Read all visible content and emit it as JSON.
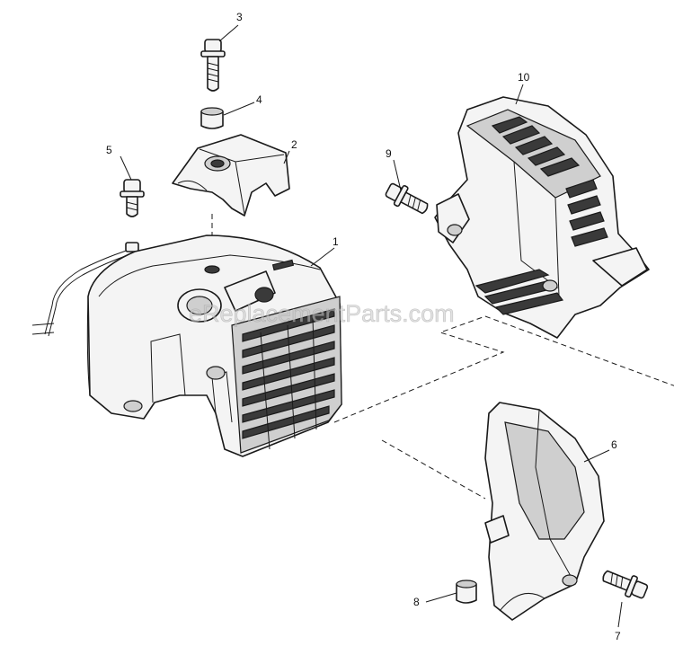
{
  "watermark": "eReplacementParts.com",
  "callouts": {
    "c1": "1",
    "c2": "2",
    "c3": "3",
    "c4": "4",
    "c5": "5",
    "c6": "6",
    "c7": "7",
    "c8": "8",
    "c9": "9",
    "c10": "10"
  }
}
